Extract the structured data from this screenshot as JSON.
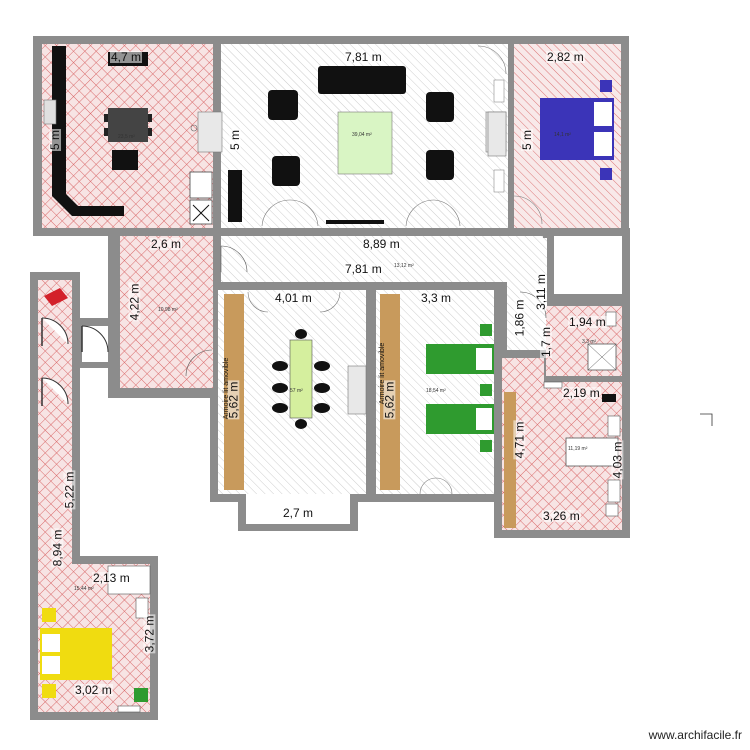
{
  "colors": {
    "wall": "#8c8c8c",
    "hatch_red": "#d9696a",
    "room_pink": "#f7e4e4",
    "hatch_gray": "#c8c8c8",
    "living_rug": "#d9f5c4",
    "bed_blue": "#3b34b8",
    "bed_green": "#2f9b2f",
    "bed_yellow": "#f0dc10",
    "wardrobe": "#c89a5c",
    "table_green": "#d5ef9e",
    "furniture_black": "#111111"
  },
  "rooms": {
    "kitchen": {
      "area": "23,5 m²"
    },
    "living": {
      "area": "39,04 m²"
    },
    "bedroom1": {
      "area": "14,1 m²"
    },
    "hall": {
      "area": "13,12 m²"
    },
    "office": {
      "area": "10,98 m²"
    },
    "dining": {
      "area": "57 m²"
    },
    "bedroom2": {
      "area": "18,54 m²"
    },
    "toilet": {
      "area": "3,3 m²"
    },
    "bathroom": {
      "area": "11,19 m²"
    },
    "bedroom3": {
      "area": "15,44 m²"
    }
  },
  "dimensions": {
    "kitchen_width": "4,7 m",
    "kitchen_height": "5 m",
    "living_width": "7,81 m",
    "living_height": "5 m",
    "bedroom1_width": "2,82 m",
    "bedroom1_height": "5 m",
    "office_width": "2,6 m",
    "office_height": "4,22 m",
    "hall_width": "8,89 m",
    "hall_inner_width": "7,81 m",
    "dining_width": "4,01 m",
    "dining_height": "5,62 m",
    "bay_width": "2,7 m",
    "bedroom2_width": "3,3 m",
    "bedroom2_height": "5,62 m",
    "passage_height": "1,86 m",
    "corridor_height": "3,11 m",
    "toilet_width": "1,94 m",
    "toilet_height": "1,7 m",
    "bath_top": "2,19 m",
    "bath_height": "4,03 m",
    "bath_left": "4,71 m",
    "bath_bottom": "3,26 m",
    "corridor_w_height": "5,22 m",
    "wing_height": "8,94 m",
    "ensuite_width": "2,13 m",
    "bed3_height": "3,72 m",
    "bed3_width": "3,02 m"
  },
  "wardrobe_text": "Armoire lit amovible",
  "watermark": "www.archifacile.fr"
}
